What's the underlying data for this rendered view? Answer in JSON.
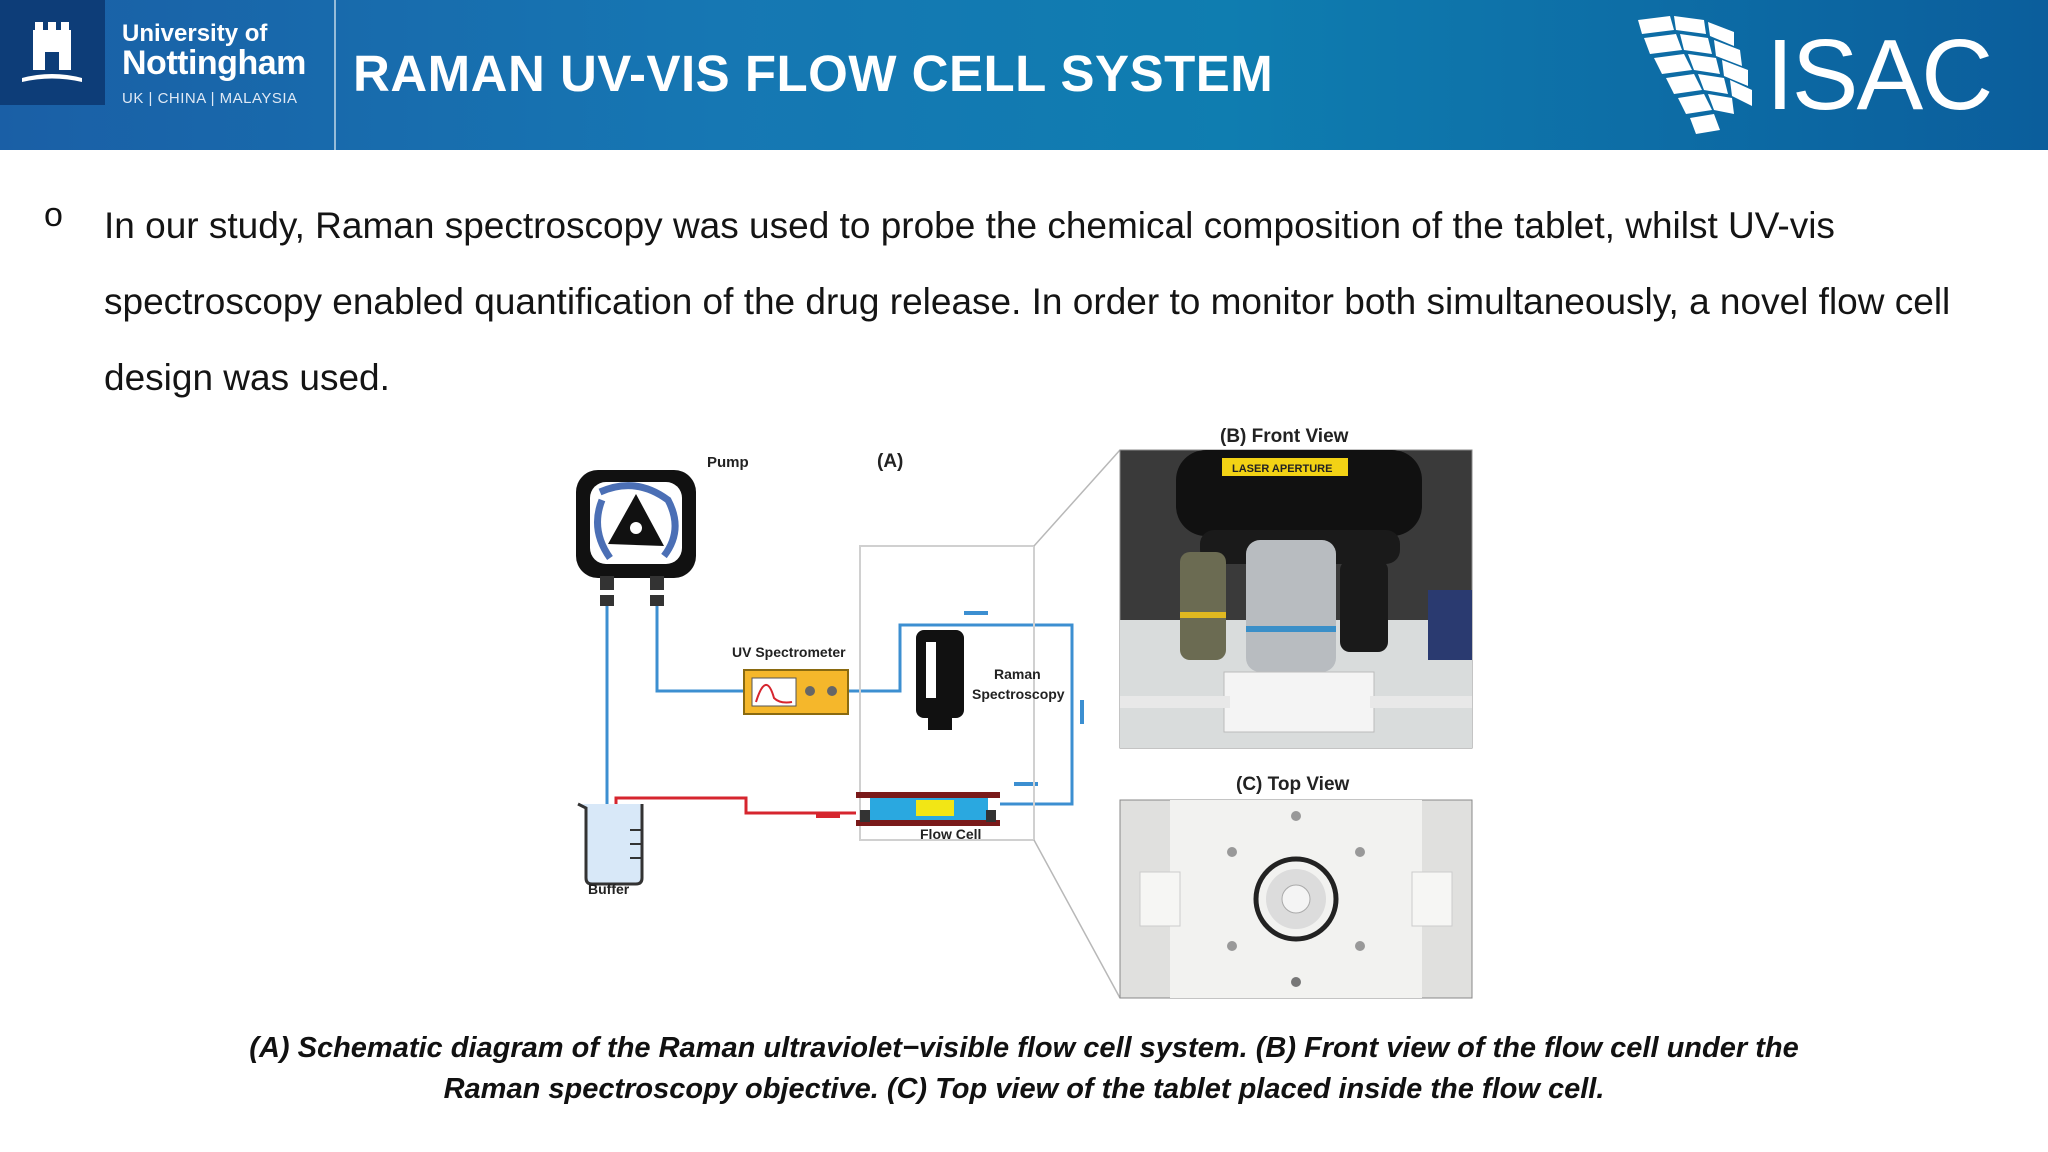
{
  "header": {
    "university_small": "University of",
    "university_name": "Nottingham",
    "university_locations": "UK | CHINA | MALAYSIA",
    "title": "RAMAN UV-VIS FLOW CELL SYSTEM",
    "partner_logo": "ISAC"
  },
  "body": {
    "bullet_symbol": "o",
    "paragraph": "In our study, Raman spectroscopy was used to probe the chemical composition of the tablet, whilst UV-vis spectroscopy enabled quantification of the drug release. In order to monitor both simultaneously, a novel flow cell design was used."
  },
  "figure": {
    "panel_a_label": "(A)",
    "pump_label": "Pump",
    "uv_label": "UV Spectrometer",
    "raman_label_1": "Raman",
    "raman_label_2": "Spectroscopy",
    "flowcell_label": "Flow Cell",
    "buffer_label": "Buffer",
    "panel_b_label": "(B) Front View",
    "laser_label": "LASER APERTURE",
    "panel_c_label": "(C) Top View"
  },
  "caption": {
    "line1": "(A) Schematic diagram of the Raman ultraviolet−visible flow cell system. (B) Front view of the flow cell under the",
    "line2": "Raman spectroscopy objective. (C) Top view of the tablet placed inside the flow cell."
  },
  "colors": {
    "header_blue": "#1677b3",
    "tube_blue": "#3c8fd1",
    "tube_red": "#d6252e",
    "uv_box": "#f5b72b"
  }
}
